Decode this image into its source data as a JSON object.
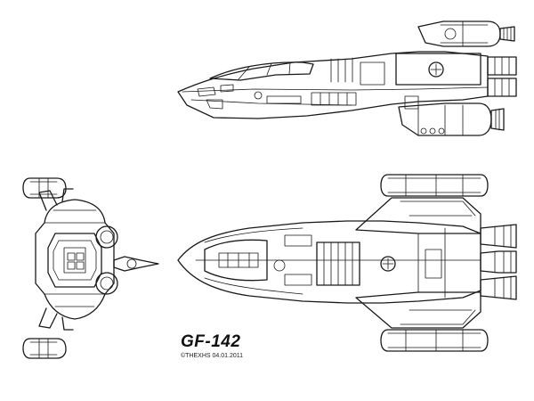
{
  "drawing": {
    "designation": "GF-142",
    "credit": "©THEXHS 04.01.2011",
    "ink_color": "#1a1a1a",
    "paper_color": "#ffffff"
  },
  "views": [
    "side-elevation",
    "front-elevation",
    "top-plan"
  ]
}
